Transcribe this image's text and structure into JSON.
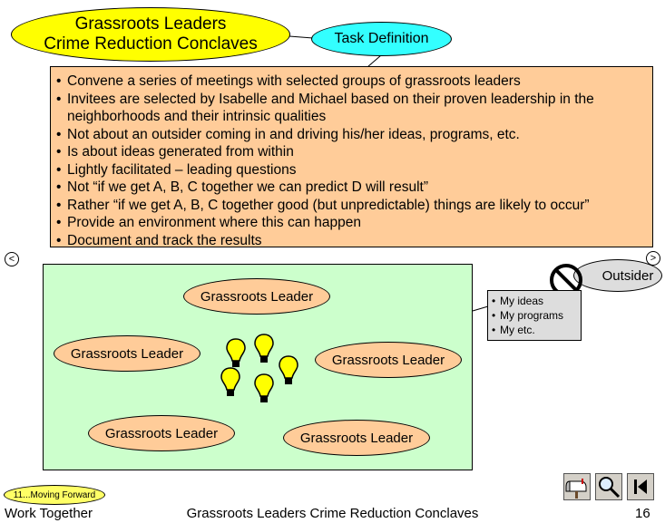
{
  "title": {
    "line1": "Grassroots Leaders",
    "line2": "Crime Reduction Conclaves"
  },
  "task_definition_label": "Task Definition",
  "task_items": [
    "Convene a series of meetings with selected groups of grassroots leaders",
    "Invitees are selected by Isabelle and Michael based on their proven leadership in the neighborhoods and their intrinsic qualities",
    "Not about an outsider coming in and driving his/her ideas, programs, etc.",
    "Is about ideas generated from within",
    "Lightly facilitated – leading questions",
    "Not “if we get A, B, C together we can predict D will result”",
    "Rather “if we get A, B, C together good (but unpredictable) things are likely to occur”",
    "Provide an environment where this can happen",
    "Document and track the results"
  ],
  "nav": {
    "prev": "<",
    "next": ">"
  },
  "leader_label": "Grassroots Leader",
  "outsider": {
    "label": "Outsider",
    "items": [
      "My ideas",
      "My programs",
      "My etc."
    ]
  },
  "colors": {
    "title_fill": "#ffff00",
    "task_fill": "#33ffff",
    "box_fill": "#ffcc99",
    "green_fill": "#ccffcc",
    "bulb": "#ffff00"
  },
  "footer": {
    "section_badge": "11...Moving Forward",
    "left": "Work Together",
    "center": "Grassroots Leaders Crime Reduction Conclaves",
    "page_number": "16"
  },
  "icons": {
    "mailbox": "mailbox-icon",
    "search": "magnifier-icon",
    "first": "first-slide-icon",
    "no": "prohibited-icon",
    "bulb": "lightbulb-icon"
  }
}
